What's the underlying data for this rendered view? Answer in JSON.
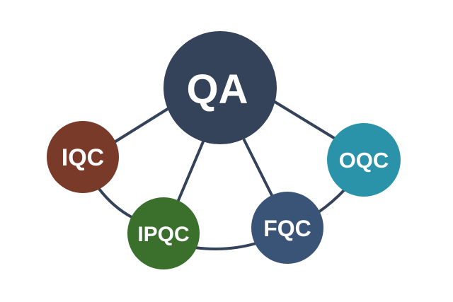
{
  "diagram": {
    "nodes": {
      "qa": {
        "label": "QA",
        "color": "#34435a"
      },
      "iqc": {
        "label": "IQC",
        "color": "#7a3a2a"
      },
      "ipqc": {
        "label": "IPQC",
        "color": "#3a6f2c"
      },
      "fqc": {
        "label": "FQC",
        "color": "#3a5478"
      },
      "oqc": {
        "label": "OQC",
        "color": "#2a93aa"
      }
    },
    "connector_color": "#34435a",
    "edges": [
      [
        "qa",
        "iqc"
      ],
      [
        "qa",
        "ipqc"
      ],
      [
        "qa",
        "fqc"
      ],
      [
        "qa",
        "oqc"
      ],
      [
        "iqc",
        "ipqc"
      ],
      [
        "ipqc",
        "fqc"
      ],
      [
        "fqc",
        "oqc"
      ]
    ]
  }
}
